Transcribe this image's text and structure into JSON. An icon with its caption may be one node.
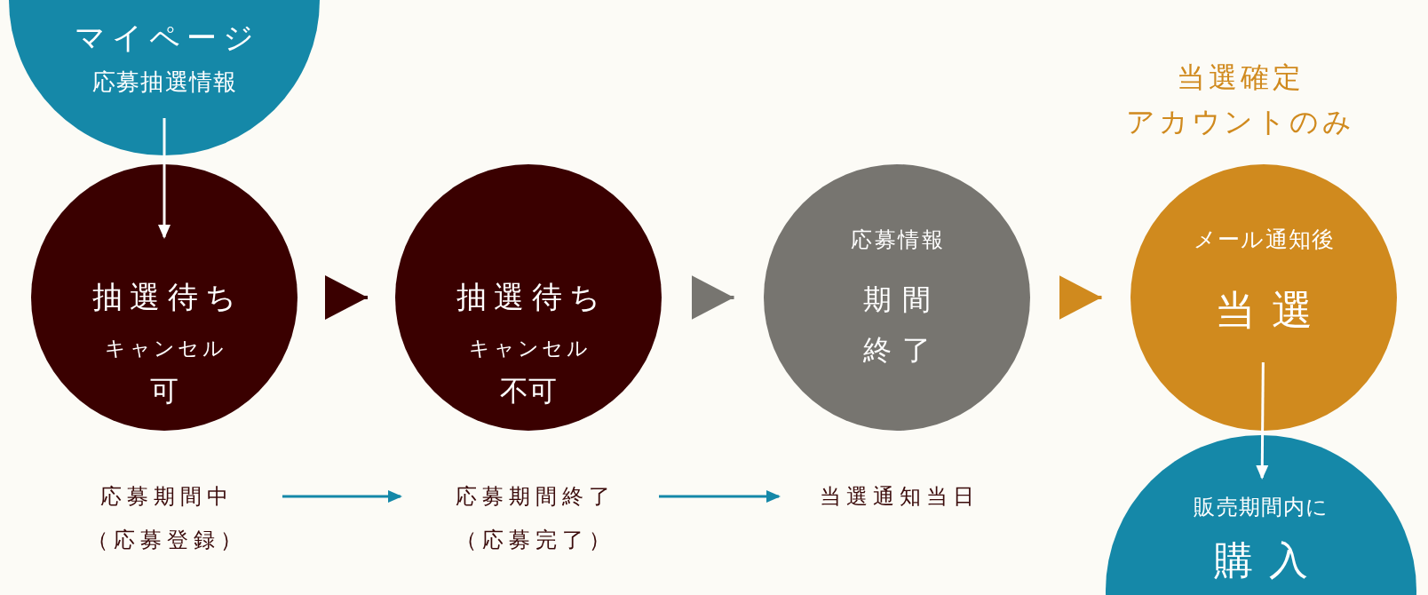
{
  "diagram": {
    "nodes": [
      {
        "text": [
          "マイページ",
          "応募抽選情報"
        ]
      },
      {
        "text": [
          "抽選待ち",
          "キャンセル",
          "可"
        ]
      },
      {
        "text": [
          "抽選待ち",
          "キャンセル",
          "不可"
        ]
      },
      {
        "text": [
          "応募情報",
          "期間",
          "終了"
        ]
      },
      {
        "text": [
          "メール通知後",
          "当選"
        ],
        "beside": [
          "当選確定",
          "アカウントのみ"
        ]
      },
      {
        "text": [
          "販売期間内に",
          "購入"
        ]
      },
      {
        "text": [
          "応募期間中",
          "（応募登録）"
        ]
      },
      {
        "text": [
          "応募期間終了",
          "（応募完了）"
        ]
      },
      {
        "text": [
          "当選通知当日"
        ]
      }
    ],
    "edges": [
      {
        "from": 0,
        "to": 1,
        "arrow": "to",
        "color": "#ffffff"
      },
      {
        "from": 1,
        "to": 2,
        "arrow": "to",
        "color": "#3a0000"
      },
      {
        "from": 2,
        "to": 3,
        "arrow": "to",
        "color": "#777570"
      },
      {
        "from": 3,
        "to": 4,
        "arrow": "to",
        "color": "#d08a1e"
      },
      {
        "from": 4,
        "to": 5,
        "arrow": "to",
        "color": "#ffffff"
      },
      {
        "from": 6,
        "to": 7,
        "arrow": "to",
        "color": "#1588a8"
      },
      {
        "from": 7,
        "to": 8,
        "arrow": "to",
        "color": "#1588a8"
      }
    ]
  }
}
